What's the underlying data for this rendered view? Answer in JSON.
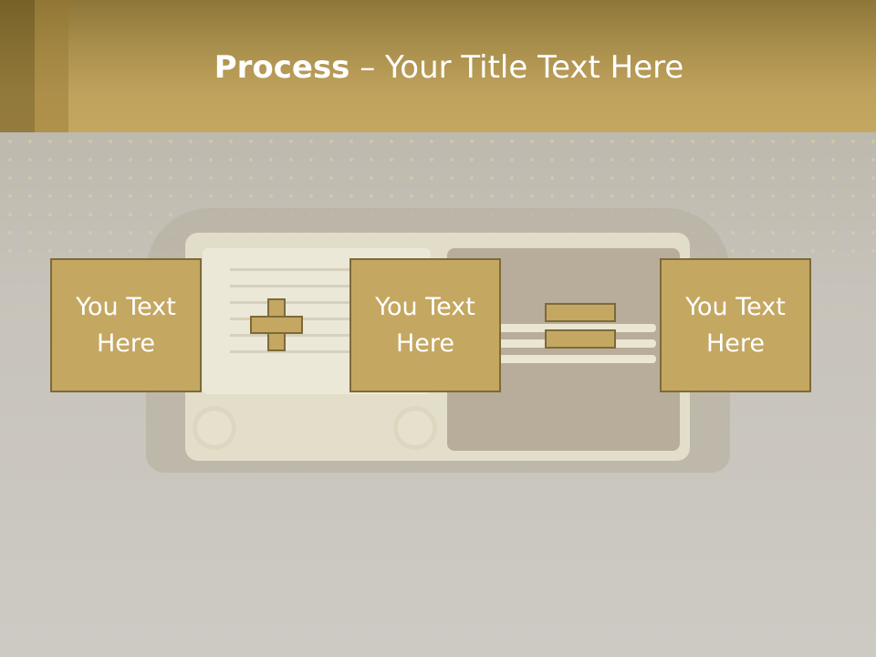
{
  "slide": {
    "title_bold": "Process",
    "title_rest": " – Your Title Text Here"
  },
  "boxes": [
    {
      "text": "You Text Here"
    },
    {
      "text": "You Text Here"
    },
    {
      "text": "You Text Here"
    }
  ],
  "colors": {
    "header": "#c4a761",
    "box_fill": "#c4a761",
    "box_border": "#7d6a3a",
    "text": "#ffffff"
  }
}
